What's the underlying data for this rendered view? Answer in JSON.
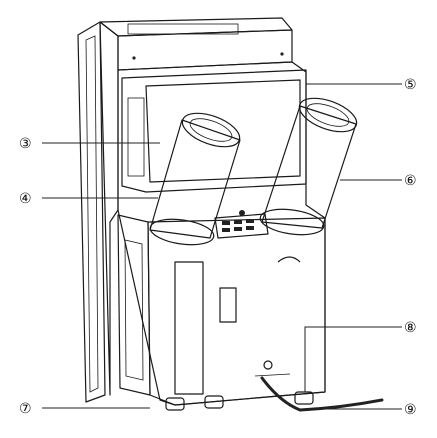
{
  "callouts": [
    {
      "id": "3",
      "label": "③"
    },
    {
      "id": "4",
      "label": "④"
    },
    {
      "id": "5",
      "label": "⑤"
    },
    {
      "id": "6",
      "label": "⑥"
    },
    {
      "id": "7",
      "label": "⑦"
    },
    {
      "id": "8",
      "label": "⑧"
    },
    {
      "id": "9",
      "label": "⑨"
    }
  ]
}
